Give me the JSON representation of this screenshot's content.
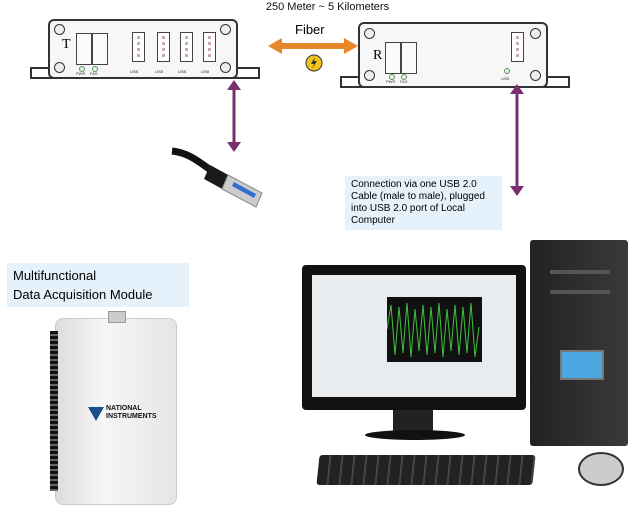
{
  "distance_label": "250 Meter ~ 5 Kilometers",
  "fiber_label": "Fiber",
  "transmitter": {
    "letter": "T",
    "led_labels": [
      "PWR",
      "FAS"
    ],
    "usb_labels": [
      "USB",
      "USB",
      "USB",
      "USB"
    ]
  },
  "receiver": {
    "letter": "R",
    "led_labels": [
      "PWR",
      "FAS"
    ],
    "usb_labels": [
      "USB"
    ]
  },
  "connection_note": "Connection via one USB 2.0 Cable (male to male), plugged into USB 2.0 port of Local Computer",
  "module_label": {
    "line1": "Multifunctional",
    "line2": "Data Acquisition Module"
  },
  "daq": {
    "brand_line1": "NATIONAL",
    "brand_line2": "INSTRUMENTS"
  },
  "colors": {
    "arrow_purple": "#7b2f6e",
    "fiber_arrow": "#e8872a",
    "note_bg": "#e6f2fb"
  }
}
